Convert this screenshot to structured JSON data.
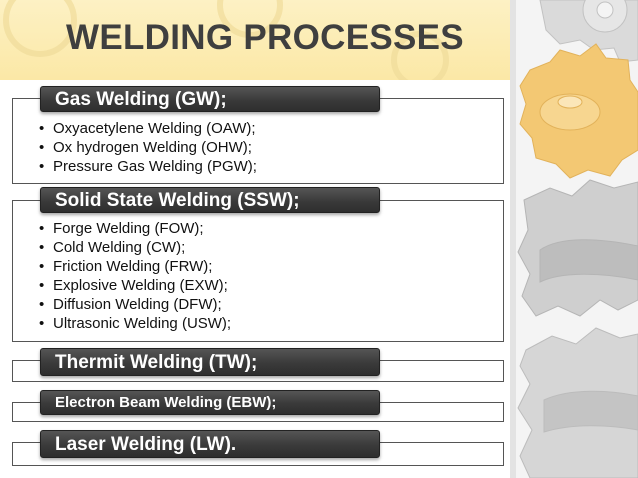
{
  "title": "WELDING PROCESSES",
  "colors": {
    "title_band": "#fbe8a6",
    "heading_bg": "#3a3a3a",
    "heading_text": "#ffffff",
    "title_text": "#3f3f3f",
    "gear_gold": "#f3c873",
    "gear_gray": "#d4d4d4"
  },
  "sections": [
    {
      "heading": "Gas Welding (GW);",
      "items": [
        "Oxyacetylene Welding (OAW);",
        "Ox hydrogen Welding (OHW);",
        "Pressure Gas Welding (PGW);"
      ]
    },
    {
      "heading": "Solid State Welding (SSW);",
      "items": [
        "Forge Welding (FOW);",
        "Cold Welding (CW);",
        "Friction Welding (FRW);",
        "Explosive Welding (EXW);",
        "Diffusion Welding (DFW);",
        "Ultrasonic Welding (USW);"
      ]
    },
    {
      "heading": "Thermit Welding (TW);"
    },
    {
      "heading": "Electron Beam Welding (EBW);"
    },
    {
      "heading": "Laser Welding (LW)."
    }
  ],
  "decoration": {
    "gears_icon": "gears-icon"
  }
}
